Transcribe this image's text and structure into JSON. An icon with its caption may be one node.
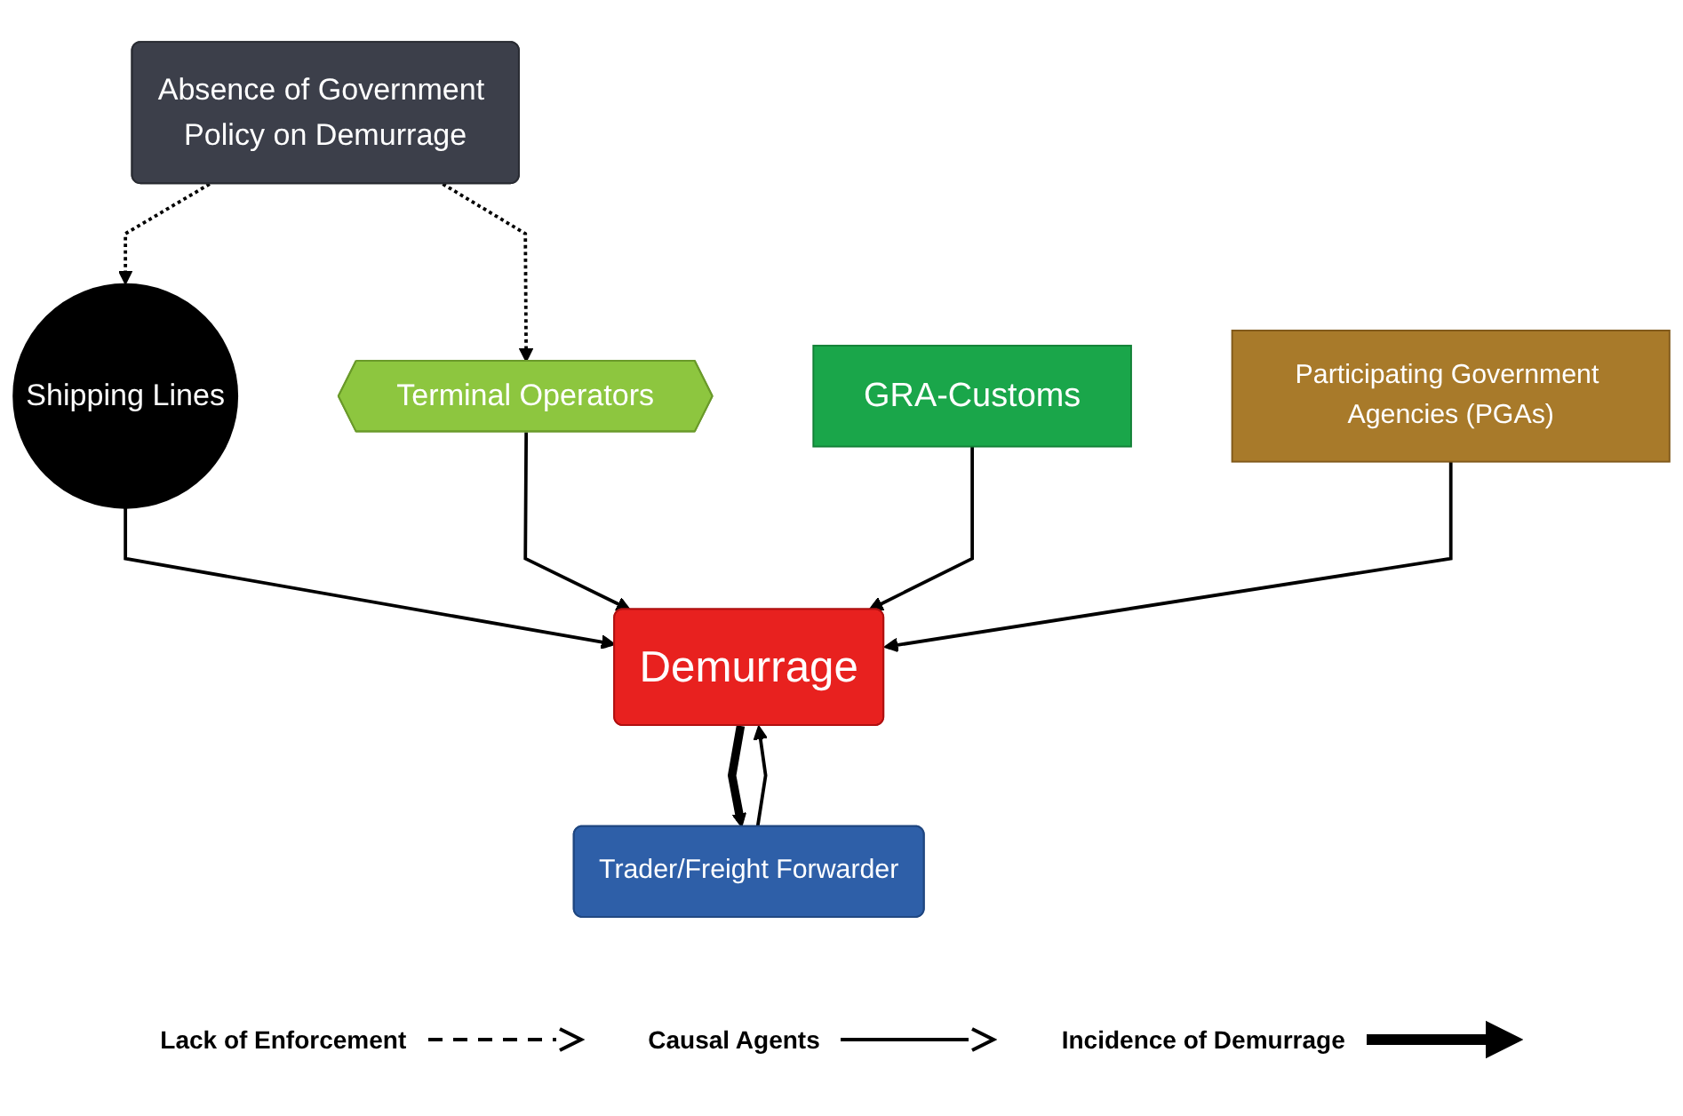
{
  "diagram": {
    "nodes": [
      {
        "text": [
          "Absence of Government Policy on Demurrage"
        ]
      },
      {
        "text": [
          "Shipping Lines"
        ]
      },
      {
        "text": [
          "Demurrage"
        ]
      },
      {
        "text": [
          "Terminal Operators"
        ]
      },
      {
        "text": [
          "Trader/Freight Forwarder"
        ]
      },
      {
        "text": [
          "GRA-Customs"
        ]
      },
      {
        "text": [
          "Participating Government Agencies (PGAs)"
        ]
      }
    ],
    "edges": [
      {
        "from": 0,
        "to": 1,
        "arrow": "to",
        "style": "dashed"
      },
      {
        "from": 0,
        "to": 3,
        "arrow": "to",
        "style": "dashed"
      },
      {
        "from": 1,
        "to": 2,
        "arrow": "to"
      },
      {
        "from": 3,
        "to": 2,
        "arrow": "to"
      },
      {
        "from": 2,
        "to": 4,
        "arrow": "to",
        "style": "thick"
      },
      {
        "from": 4,
        "to": 2,
        "arrow": "to"
      },
      {
        "from": 5,
        "to": 2,
        "arrow": "to"
      },
      {
        "from": 6,
        "to": 2,
        "arrow": "to"
      }
    ],
    "legend": [
      {
        "text": "Lack of Enforcement"
      },
      {
        "text": "Causal Agents"
      },
      {
        "text": "Incidence of Demurrage"
      }
    ]
  }
}
